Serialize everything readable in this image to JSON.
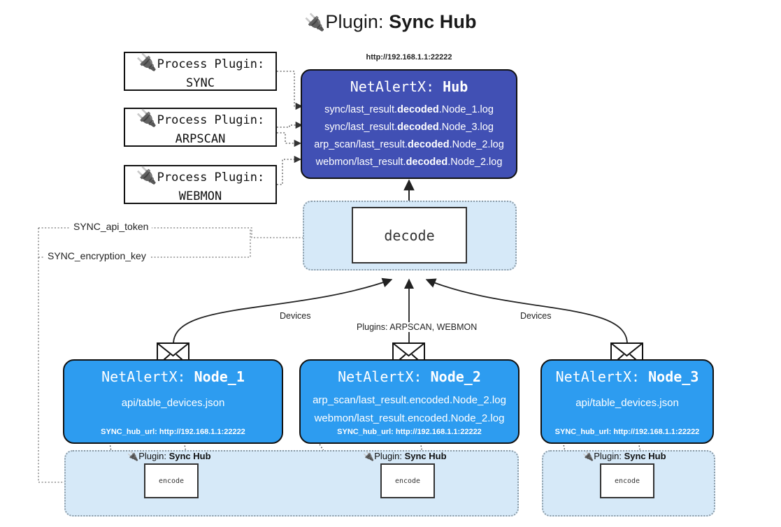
{
  "title": {
    "icon": "plug-icon",
    "prefix": "Plugin:",
    "name": "Sync Hub"
  },
  "process_plugins": [
    {
      "icon": "plug-icon",
      "line1": "Process Plugin:",
      "line2": "SYNC"
    },
    {
      "icon": "plug-icon",
      "line1": "Process Plugin:",
      "line2": "ARPSCAN"
    },
    {
      "icon": "plug-icon",
      "line1": "Process Plugin:",
      "line2": "WEBMON"
    }
  ],
  "hub": {
    "url": "http://192.168.1.1:22222",
    "app": "NetAlertX:",
    "name": "Hub",
    "logs": [
      {
        "pre": "sync/last_result.",
        "mid": "decoded",
        "post": ".Node_1.log"
      },
      {
        "pre": "sync/last_result.",
        "mid": "decoded",
        "post": ".Node_3.log"
      },
      {
        "pre": "arp_scan/last_result.",
        "mid": "decoded",
        "post": ".Node_2.log"
      },
      {
        "pre": "webmon/last_result.",
        "mid": "decoded",
        "post": ".Node_2.log"
      }
    ]
  },
  "decode": {
    "label": "decode"
  },
  "secrets": [
    {
      "label": "SYNC_api_token"
    },
    {
      "label": "SYNC_encryption_key"
    }
  ],
  "edge_labels": {
    "devices_left": "Devices",
    "devices_right": "Devices",
    "plugins_center": "Plugins: ARPSCAN, WEBMON"
  },
  "nodes": [
    {
      "app": "NetAlertX:",
      "name": "Node_1",
      "lines": [
        "api/table_devices.json"
      ],
      "url_label": "SYNC_hub_url: http://192.168.1.1:22222",
      "mail_icon": "envelope-icon"
    },
    {
      "app": "NetAlertX:",
      "name": "Node_2",
      "lines": [
        "arp_scan/last_result.encoded.Node_2.log",
        "webmon/last_result.encoded.Node_2.log"
      ],
      "url_label": "SYNC_hub_url: http://192.168.1.1:22222",
      "mail_icon": "envelope-icon"
    },
    {
      "app": "NetAlertX:",
      "name": "Node_3",
      "lines": [
        "api/table_devices.json"
      ],
      "url_label": "SYNC_hub_url: http://192.168.1.1:22222",
      "mail_icon": "envelope-icon"
    }
  ],
  "encoders": [
    {
      "plugin_prefix": "Plugin:",
      "plugin_name": "Sync Hub",
      "label": "encode",
      "icon": "plug-icon"
    },
    {
      "plugin_prefix": "Plugin:",
      "plugin_name": "Sync Hub",
      "label": "encode",
      "icon": "plug-icon"
    },
    {
      "plugin_prefix": "Plugin:",
      "plugin_name": "Sync Hub",
      "label": "encode",
      "icon": "plug-icon"
    }
  ],
  "colors": {
    "hub": "#4150b4",
    "node": "#2d9cf0",
    "container": "#d6e9f8",
    "stroke": "#111111",
    "dotted": "#8a9aa6"
  }
}
